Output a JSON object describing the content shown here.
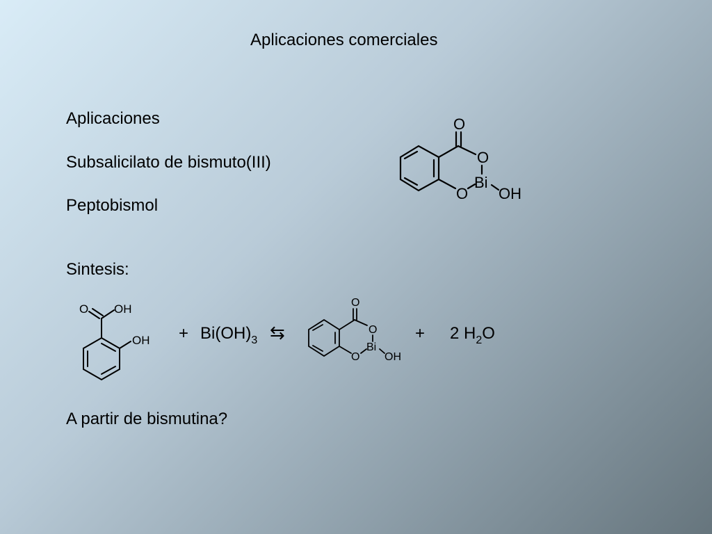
{
  "slide": {
    "title": "Aplicaciones comerciales",
    "lines": {
      "applications_heading": "Aplicaciones",
      "compound": "Subsalicilato de bismuto(III)",
      "brand": "Peptobismol",
      "synthesis_heading": "Sintesis:",
      "question": "A partir de bismutina?"
    },
    "equation": {
      "plus_1": "+",
      "reagent_main": "Bi(OH)",
      "reagent_sub": "3",
      "equilibrium_symbol": "⇆",
      "plus_2": "+",
      "product_coef": "2 H",
      "product_sub": "2",
      "product_tail": "O"
    },
    "structure_labels": {
      "carbonyl_o": "O",
      "ring_o1": "O",
      "ring_o2": "O",
      "bismuth": "Bi",
      "hydroxyl": "OH",
      "acid_o": "O",
      "acid_oh": "OH",
      "phenol_oh": "OH"
    }
  }
}
